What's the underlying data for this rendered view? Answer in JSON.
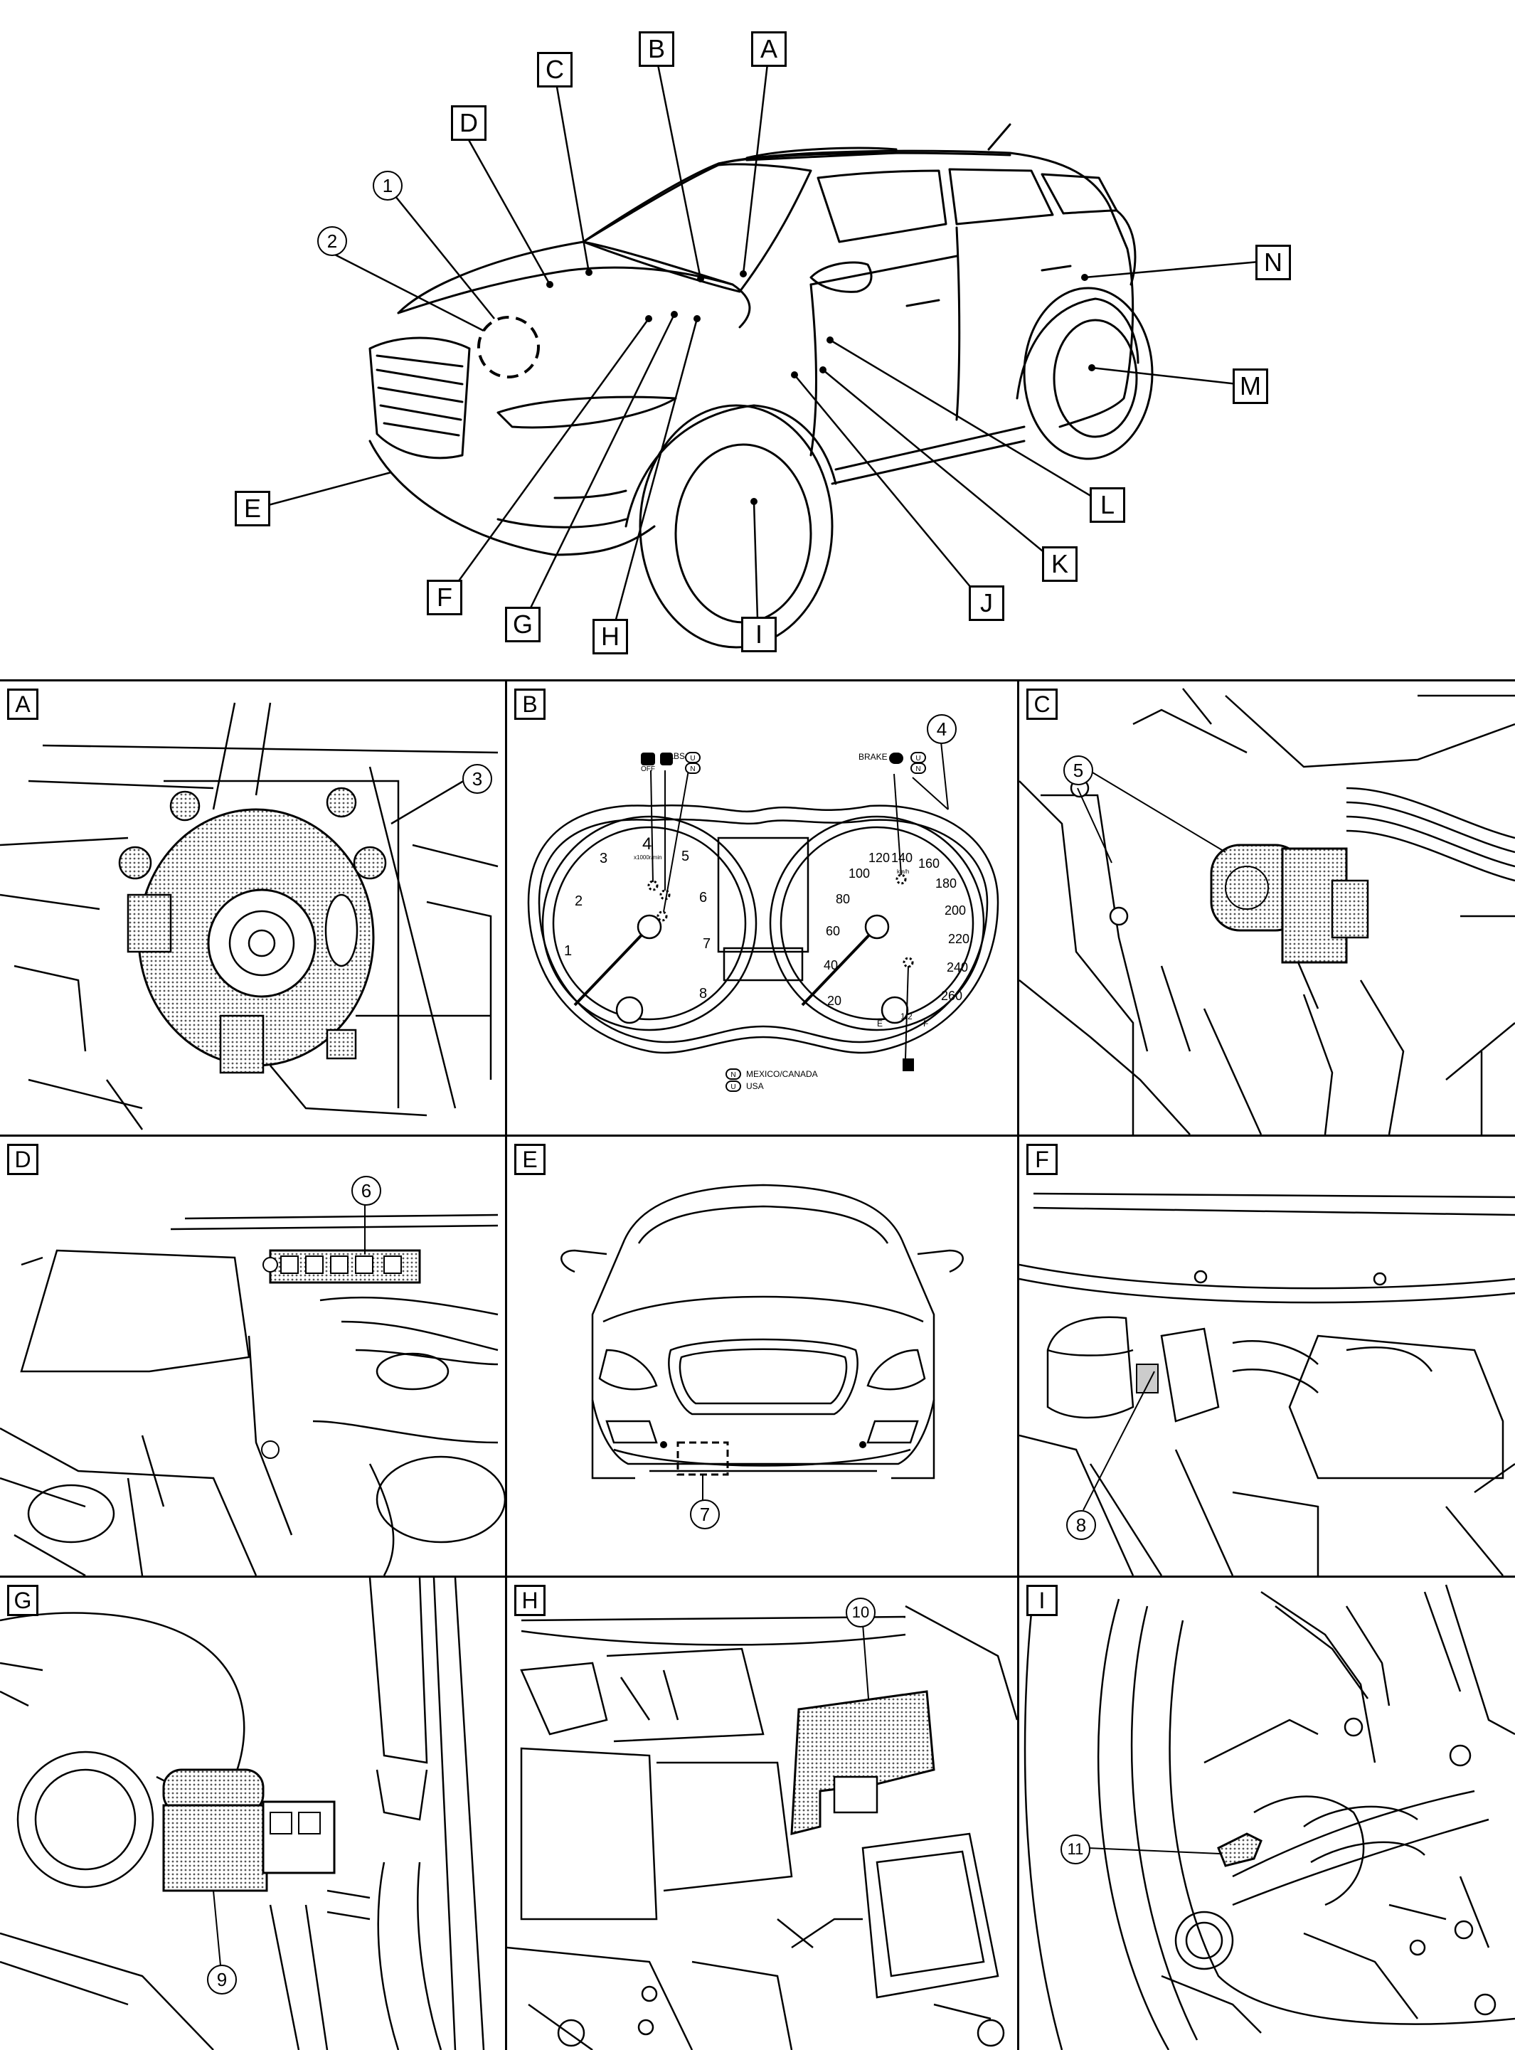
{
  "overview": {
    "letters": [
      "A",
      "B",
      "C",
      "D",
      "E",
      "F",
      "G",
      "H",
      "I",
      "J",
      "K",
      "L",
      "M",
      "N"
    ],
    "numbers": [
      "1",
      "2"
    ]
  },
  "panels": [
    {
      "label": "A",
      "callouts": [
        "3"
      ]
    },
    {
      "label": "B",
      "callouts": [
        "4"
      ]
    },
    {
      "label": "C",
      "callouts": [
        "5"
      ]
    },
    {
      "label": "D",
      "callouts": [
        "6"
      ]
    },
    {
      "label": "E",
      "callouts": [
        "7"
      ]
    },
    {
      "label": "F",
      "callouts": [
        "8"
      ]
    },
    {
      "label": "G",
      "callouts": [
        "9"
      ]
    },
    {
      "label": "H",
      "callouts": [
        "10"
      ]
    },
    {
      "label": "I",
      "callouts": [
        "11"
      ]
    }
  ],
  "meter": {
    "tach_ticks": [
      "1",
      "2",
      "3",
      "4",
      "5",
      "6",
      "7",
      "8"
    ],
    "tach_unit": "x1000r/min",
    "speed_ticks": [
      "20",
      "40",
      "60",
      "80",
      "100",
      "120",
      "140",
      "160",
      "180",
      "200",
      "220",
      "240",
      "260"
    ],
    "speed_unit": "km/h",
    "abs_text": "ABS",
    "brake_text": "BRAKE",
    "region_n": "N",
    "region_u": "U",
    "legend_n": "MEXICO/CANADA",
    "legend_u": "USA",
    "fuel_e": "E",
    "fuel_half": "1/2",
    "fuel_f": "F",
    "off_text": "OFF"
  }
}
